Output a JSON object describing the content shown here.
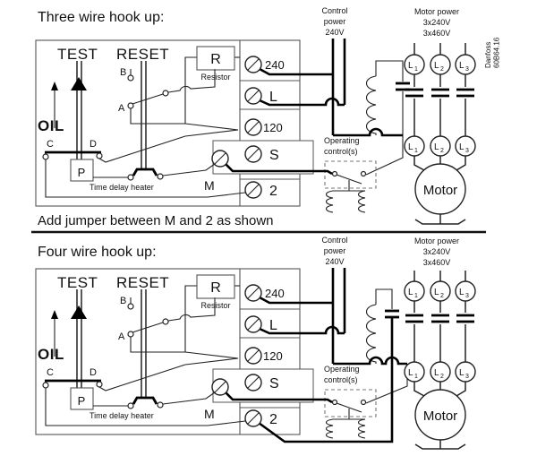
{
  "doc": {
    "brand": "Danfoss",
    "number": "60B64.16"
  },
  "colors": {
    "ink": "#111111",
    "wire": "#000000",
    "frame": "#555555"
  },
  "panels": [
    {
      "title": "Three wire hook up:",
      "caption": "Add jumper between M and 2 as shown"
    },
    {
      "title": "Four wire hook up:"
    }
  ],
  "unit": {
    "test": "TEST",
    "reset": "RESET",
    "oil": "OIL",
    "contacts": {
      "a": "A",
      "b": "B",
      "c": "C",
      "d": "D"
    },
    "pressure_switch": "P",
    "time_delay_heater": "Time delay heater",
    "resistor_letter": "R",
    "resistor": "Resistor",
    "terminal_m": "M",
    "terminals": [
      "240",
      "L",
      "120",
      "S",
      "2"
    ]
  },
  "external": {
    "control_power": [
      "Control",
      "power",
      "240V"
    ],
    "operating_controls": [
      "Operating",
      "control(s)"
    ],
    "motor_power": [
      "Motor power",
      "3x240V",
      "3x460V"
    ],
    "motor": "Motor",
    "phases": [
      {
        "letter": "L",
        "sub": "1"
      },
      {
        "letter": "L",
        "sub": "2"
      },
      {
        "letter": "L",
        "sub": "3"
      }
    ]
  }
}
